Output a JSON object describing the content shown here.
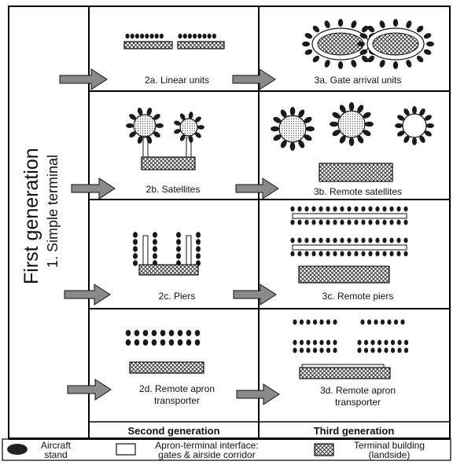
{
  "left_band": {
    "generation": "First generation",
    "terminal": "1. Simple terminal"
  },
  "cells": {
    "c2a": "2a. Linear units",
    "c3a": "3a. Gate arrival units",
    "c2b": "2b. Satellites",
    "c3b": "3b. Remote satellites",
    "c2c": "2c. Piers",
    "c3c": "3c. Remote piers",
    "c2d_line1": "2d. Remote apron",
    "c2d_line2": "transporter",
    "c3d_line1": "3d. Remote apron",
    "c3d_line2": "transporter"
  },
  "columns": {
    "second": "Second generation",
    "third": "Third generation"
  },
  "legend": {
    "aircraft_line1": "Aircraft",
    "aircraft_line2": "stand",
    "interface_line1": "Apron-terminal interface:",
    "interface_line2": "gates & airside corridor",
    "terminal_line1": "Terminal building",
    "terminal_line2": "(landside)"
  }
}
